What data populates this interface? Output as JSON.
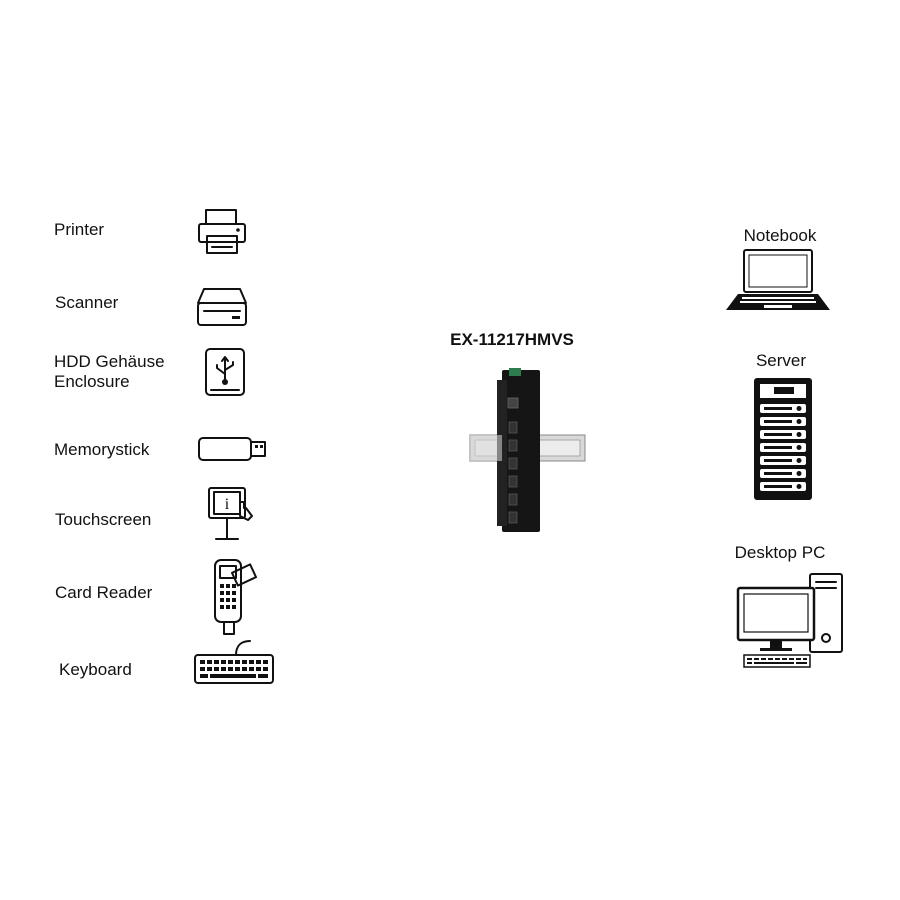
{
  "diagram": {
    "hub_model": "EX-11217HMVS",
    "devices": [
      {
        "label": "Printer",
        "icon": "printer-icon"
      },
      {
        "label": "Scanner",
        "icon": "scanner-icon"
      },
      {
        "label": "HDD Gehäuse Enclosure",
        "icon": "hdd-enclosure-icon"
      },
      {
        "label": "Memorystick",
        "icon": "usb-stick-icon"
      },
      {
        "label": "Touchscreen",
        "icon": "touchscreen-kiosk-icon"
      },
      {
        "label": "Card Reader",
        "icon": "card-reader-icon"
      },
      {
        "label": "Keyboard",
        "icon": "keyboard-icon"
      }
    ],
    "hosts": [
      {
        "label": "Notebook",
        "icon": "notebook-icon"
      },
      {
        "label": "Server",
        "icon": "server-rack-icon"
      },
      {
        "label": "Desktop PC",
        "icon": "desktop-pc-icon"
      }
    ]
  }
}
